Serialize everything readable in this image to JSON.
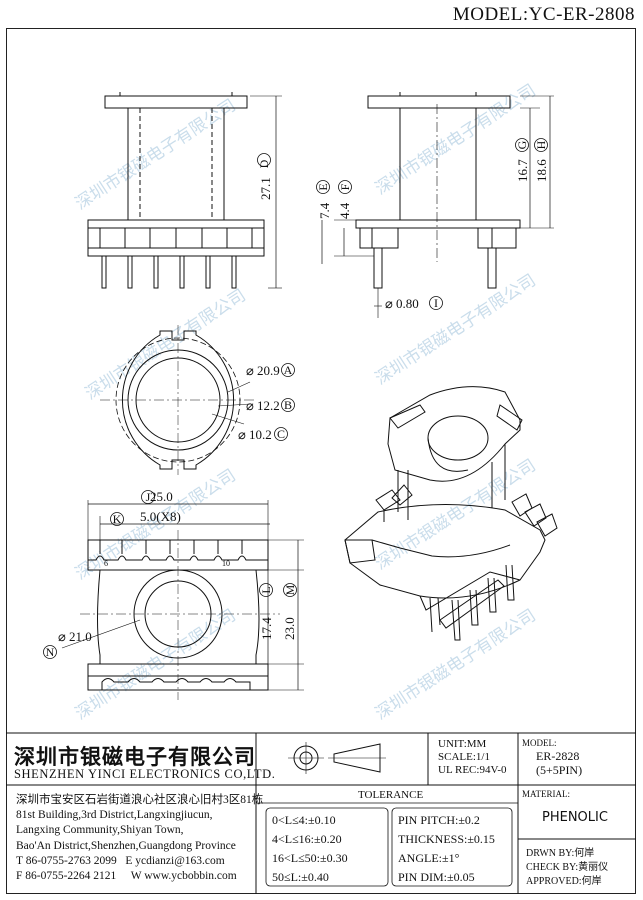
{
  "model_label": "MODEL:YC-ER-2808",
  "watermark": "深圳市银磁电子有限公司",
  "dimensions": {
    "D": "27.1",
    "E": "7.4",
    "F": "4.4",
    "G": "16.7",
    "H": "18.6",
    "I": "0.80",
    "A": "20.9",
    "B": "12.2",
    "C": "10.2",
    "J": "25.0",
    "K": "5.0(X8)",
    "L": "17.4",
    "M": "23.0",
    "N": "21.0"
  },
  "dim_letters": {
    "D": "D",
    "E": "E",
    "F": "F",
    "G": "G",
    "H": "H",
    "I": "I",
    "A": "A",
    "B": "B",
    "C": "C",
    "J": "J",
    "K": "K",
    "L": "L",
    "M": "M",
    "N": "N"
  },
  "diameter_symbol": "⌀",
  "pin_numbers": {
    "p6": "6",
    "p10": "10"
  },
  "company": {
    "name_cn": "深圳市银磁电子有限公司",
    "name_en": "SHENZHEN YINCI ELECTRONICS CO,LTD.",
    "address": [
      "深圳市宝安区石岩街道浪心社区浪心旧村3区81栋",
      "81st Building,3rd District,Langxingjiucun,",
      "Langxing Community,Shiyan Town,",
      "Bao'An District,Shenzhen,Guangdong Province"
    ],
    "tel": "T 86-0755-2763 2099",
    "email": "E ycdianzi@163.com",
    "fax": "F 86-0755-2264 2121",
    "web": "W www.ycbobbin.com"
  },
  "unit": "UNIT:MM",
  "scale": "SCALE:1/1",
  "ul": "UL REC:94V-0",
  "model_title": "MODEL:",
  "model_no": "ER-2828",
  "model_pins": "(5+5PIN)",
  "material_title": "MATERIAL:",
  "material": "PHENOLIC",
  "tolerance_title": "TOLERANCE",
  "tolerances_left": [
    "0<L≤4:±0.10",
    "4<L≤16:±0.20",
    "16<L≤50:±0.30",
    "50≤L:±0.40"
  ],
  "tolerances_right": [
    "PIN PITCH:±0.2",
    "THICKNESS:±0.15",
    "ANGLE:±1°",
    "PIN DIM:±0.05"
  ],
  "drawn_by": "DRWN BY:何岸",
  "check_by": "CHECK BY:黄丽仪",
  "approved": "APPROVED:何岸"
}
